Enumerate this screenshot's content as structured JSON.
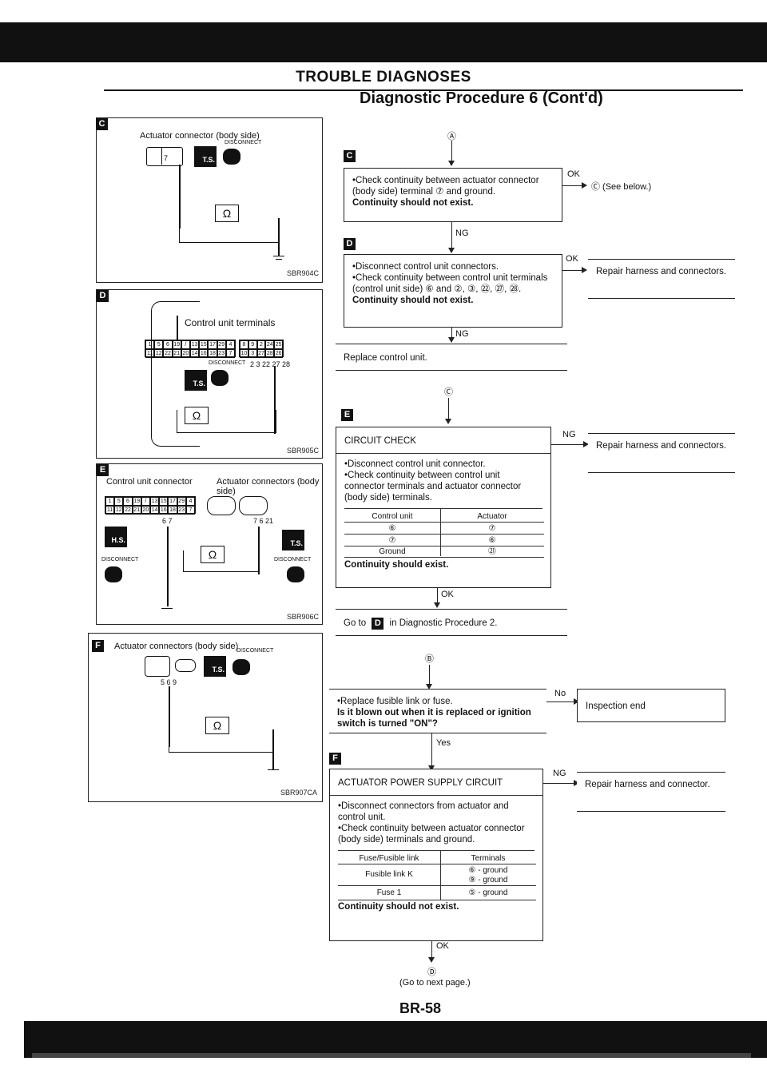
{
  "header": {
    "title": "TROUBLE DIAGNOSES",
    "subtitle": "Diagnostic Procedure 6 (Cont'd)"
  },
  "left_panels": {
    "c": {
      "badge": "C",
      "caption": "Actuator connector (body side)",
      "disconnect": "DISCONNECT",
      "ts": "T.S.",
      "pin": "7",
      "ohm": "Ω",
      "code": "SBR904C"
    },
    "d": {
      "badge": "D",
      "caption": "Control unit terminals",
      "disconnect": "DISCONNECT",
      "ts": "T.S.",
      "pins_note": "2 3 22 27 28",
      "ohm": "Ω",
      "code": "SBR905C"
    },
    "e": {
      "badge": "E",
      "caption_left": "Control unit connector",
      "caption_right": "Actuator connectors (body side)",
      "disconnect": "DISCONNECT",
      "hs": "H.S.",
      "ts": "T.S.",
      "pins_left": "6 7",
      "pins_right": "7 6 21",
      "ohm": "Ω",
      "code": "SBR906C"
    },
    "f": {
      "badge": "F",
      "caption": "Actuator connectors (body side)",
      "disconnect": "DISCONNECT",
      "ts": "T.S.",
      "pins": "5 6 9",
      "ohm": "Ω",
      "code": "SBR907CA"
    }
  },
  "flow": {
    "entry_a": "Ⓐ",
    "step_c": {
      "badge": "C",
      "text": "Check continuity between actuator connector (body side) terminal ⑦ and ground.",
      "bold": "Continuity should not exist.",
      "ok": "OK",
      "ok_target": "Ⓒ (See below.)",
      "ng": "NG"
    },
    "step_d": {
      "badge": "D",
      "text1": "Disconnect control unit connectors.",
      "text2": "Check continuity between control unit terminals (control unit side) ⑥ and ②, ③, ㉒, ㉗, ㉘.",
      "bold": "Continuity should not exist.",
      "ok": "OK",
      "ok_target": "Repair harness and connectors.",
      "ng": "NG"
    },
    "replace_cu": "Replace control unit.",
    "entry_c": "Ⓒ",
    "step_e": {
      "badge": "E",
      "title": "CIRCUIT CHECK",
      "text1": "Disconnect control unit connector.",
      "text2": "Check continuity between control unit connector terminals and actuator connector (body side) terminals.",
      "table_headers": [
        "Control unit",
        "Actuator"
      ],
      "table_rows": [
        [
          "⑥",
          "⑦"
        ],
        [
          "⑦",
          "⑥"
        ],
        [
          "Ground",
          "㉑"
        ]
      ],
      "bold": "Continuity should exist.",
      "ng": "NG",
      "ng_target": "Repair harness and connectors.",
      "ok": "OK"
    },
    "goto_d": {
      "prefix": "Go to",
      "badge": "D",
      "suffix": "in Diagnostic Procedure 2."
    },
    "entry_b": "Ⓑ",
    "step_fuse": {
      "text": "Replace fusible link or fuse.",
      "bold": "Is it blown out when it is replaced or ignition switch is turned \"ON\"?",
      "no": "No",
      "no_target": "Inspection end",
      "yes": "Yes"
    },
    "step_f": {
      "badge": "F",
      "title": "ACTUATOR POWER SUPPLY CIRCUIT",
      "text1": "Disconnect connectors from actuator and control unit.",
      "text2": "Check continuity between actuator connector (body side) terminals and ground.",
      "table_headers": [
        "Fuse/Fusible link",
        "Terminals"
      ],
      "table_rows": [
        [
          "Fusible link K",
          "⑥ - ground"
        ],
        [
          "",
          "⑨ - ground"
        ],
        [
          "Fuse 1",
          "⑤ - ground"
        ]
      ],
      "bold": "Continuity should not exist.",
      "ng": "NG",
      "ng_target": "Repair harness and connector.",
      "ok": "OK"
    },
    "exit_d": "Ⓓ",
    "exit_note": "(Go to next page.)"
  },
  "page_number": "BR-58"
}
